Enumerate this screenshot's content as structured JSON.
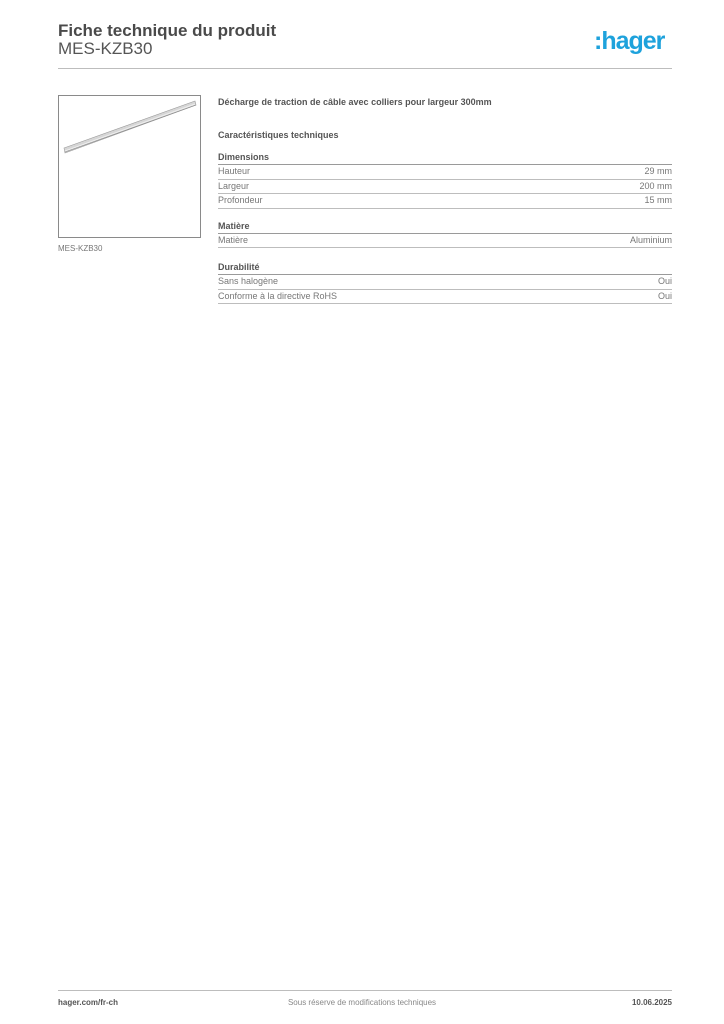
{
  "header": {
    "title": "Fiche technique du produit",
    "subtitle": "MES-KZB30",
    "logo": ":hager",
    "brand_color": "#1ea2dc"
  },
  "product": {
    "image_caption": "MES-KZB30",
    "description": "Décharge de traction de câble avec colliers pour largeur 300mm"
  },
  "specs": {
    "heading": "Caractéristiques techniques",
    "groups": [
      {
        "title": "Dimensions",
        "rows": [
          {
            "label": "Hauteur",
            "value": "29 mm"
          },
          {
            "label": "Largeur",
            "value": "200 mm"
          },
          {
            "label": "Profondeur",
            "value": "15 mm"
          }
        ]
      },
      {
        "title": "Matière",
        "rows": [
          {
            "label": "Matière",
            "value": "Aluminium"
          }
        ]
      },
      {
        "title": "Durabilité",
        "rows": [
          {
            "label": "Sans halogène",
            "value": "Oui"
          },
          {
            "label": "Conforme à la directive RoHS",
            "value": "Oui"
          }
        ]
      }
    ]
  },
  "footer": {
    "website": "hager.com/fr-ch",
    "notice": "Sous réserve de modifications techniques",
    "date": "10.06.2025"
  }
}
